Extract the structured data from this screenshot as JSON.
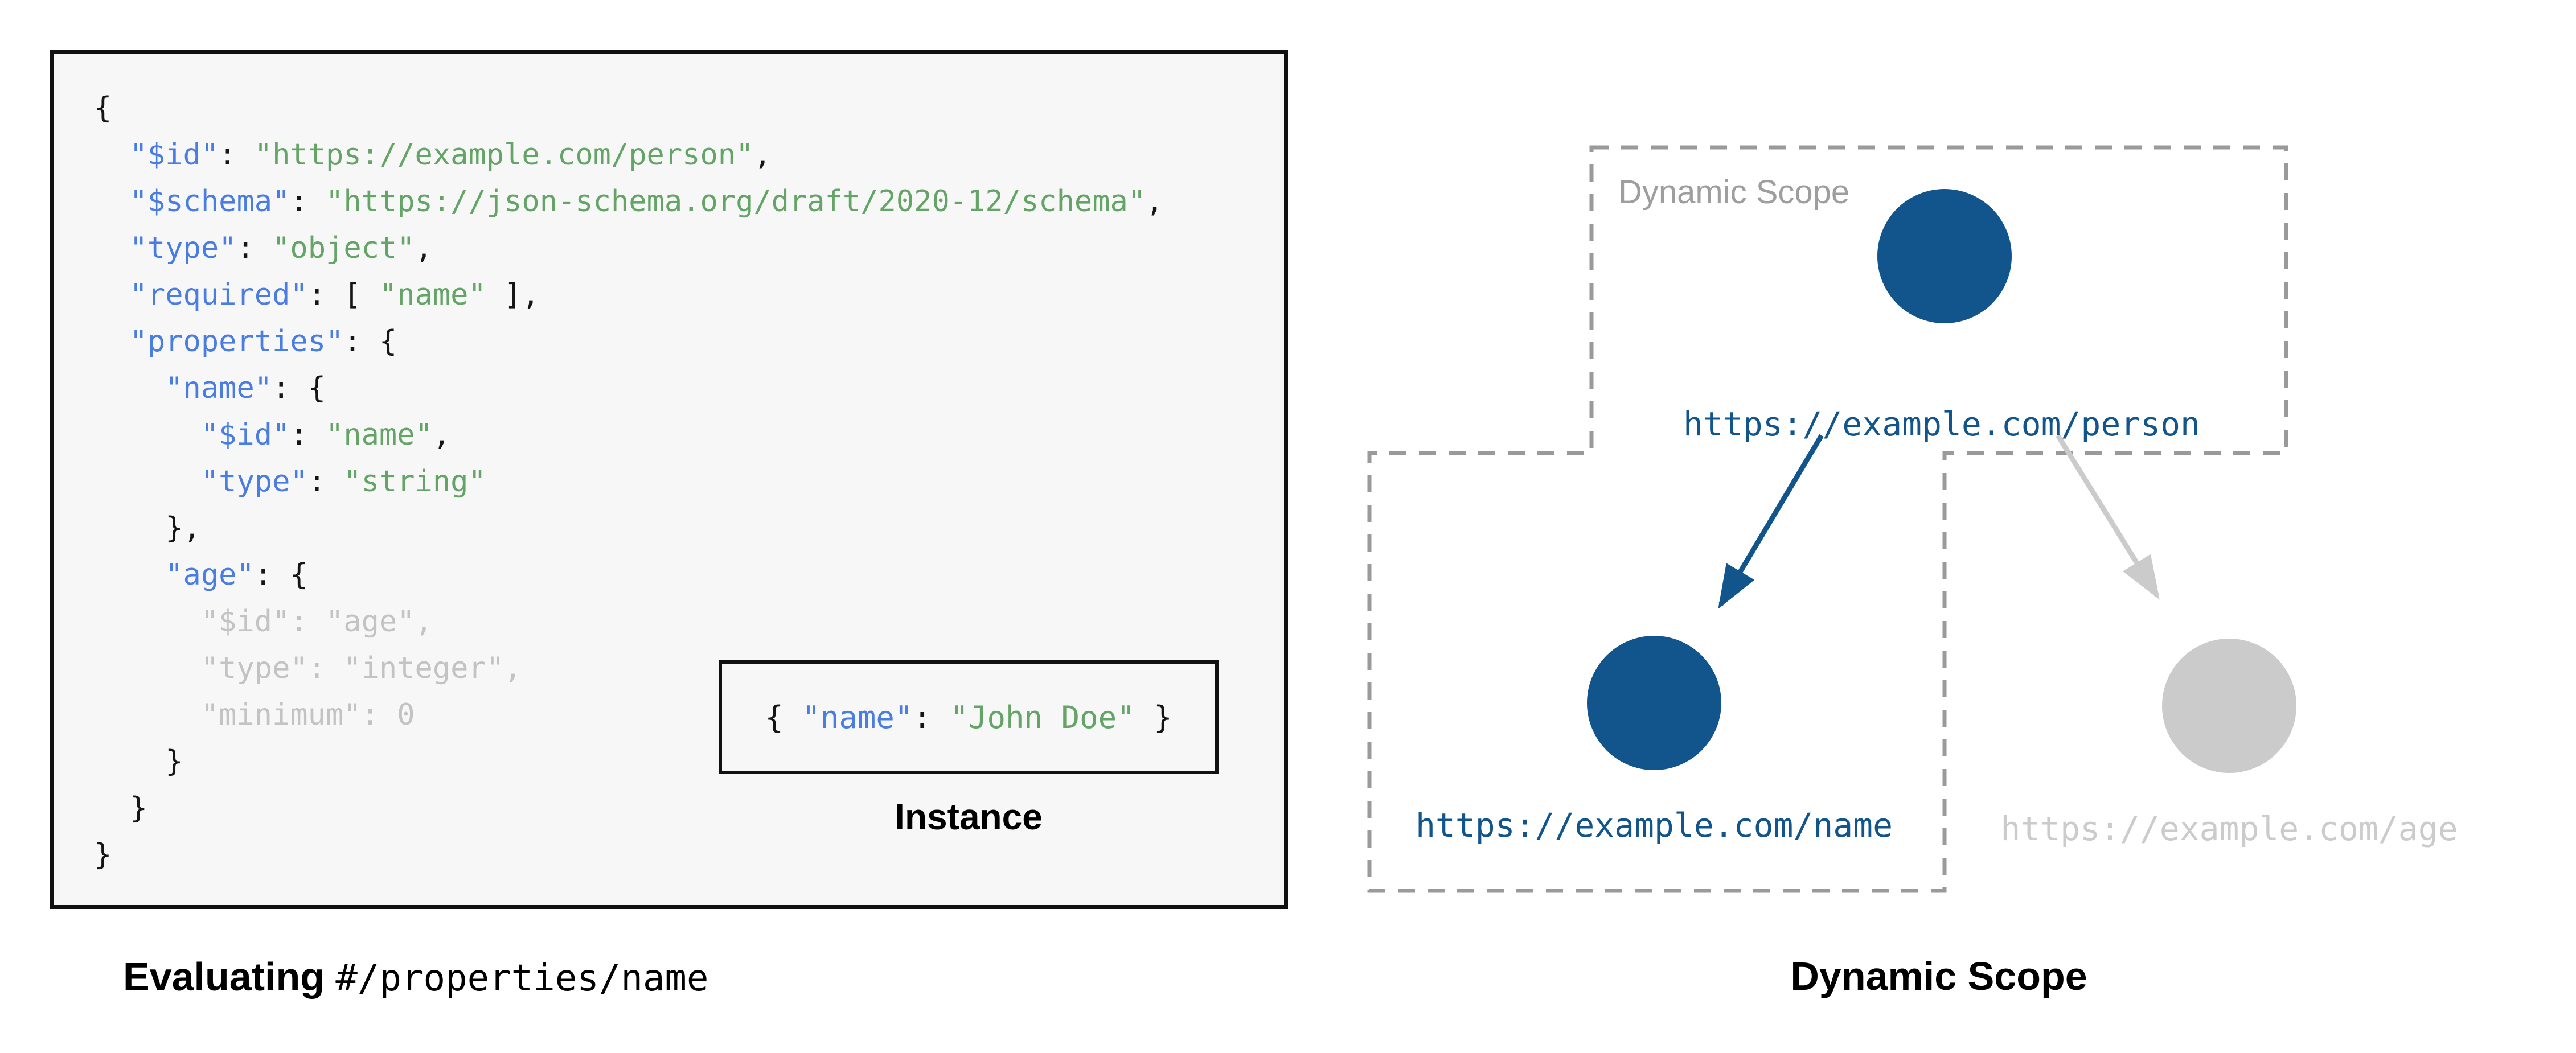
{
  "panel": {
    "code_lines": [
      [
        {
          "c": "p",
          "t": "{"
        }
      ],
      [
        {
          "c": "p",
          "t": "  "
        },
        {
          "c": "k",
          "t": "\"$id\""
        },
        {
          "c": "p",
          "t": ": "
        },
        {
          "c": "s",
          "t": "\"https://example.com/person\""
        },
        {
          "c": "p",
          "t": ","
        }
      ],
      [
        {
          "c": "p",
          "t": "  "
        },
        {
          "c": "k",
          "t": "\"$schema\""
        },
        {
          "c": "p",
          "t": ": "
        },
        {
          "c": "s",
          "t": "\"https://json-schema.org/draft/2020-12/schema\""
        },
        {
          "c": "p",
          "t": ","
        }
      ],
      [
        {
          "c": "p",
          "t": "  "
        },
        {
          "c": "k",
          "t": "\"type\""
        },
        {
          "c": "p",
          "t": ": "
        },
        {
          "c": "s",
          "t": "\"object\""
        },
        {
          "c": "p",
          "t": ","
        }
      ],
      [
        {
          "c": "p",
          "t": "  "
        },
        {
          "c": "k",
          "t": "\"required\""
        },
        {
          "c": "p",
          "t": ": [ "
        },
        {
          "c": "s",
          "t": "\"name\""
        },
        {
          "c": "p",
          "t": " ],"
        }
      ],
      [
        {
          "c": "p",
          "t": "  "
        },
        {
          "c": "k",
          "t": "\"properties\""
        },
        {
          "c": "p",
          "t": ": {"
        }
      ],
      [
        {
          "c": "p",
          "t": "    "
        },
        {
          "c": "k",
          "t": "\"name\""
        },
        {
          "c": "p",
          "t": ": {"
        }
      ],
      [
        {
          "c": "p",
          "t": "      "
        },
        {
          "c": "k",
          "t": "\"$id\""
        },
        {
          "c": "p",
          "t": ": "
        },
        {
          "c": "s",
          "t": "\"name\""
        },
        {
          "c": "p",
          "t": ","
        }
      ],
      [
        {
          "c": "p",
          "t": "      "
        },
        {
          "c": "k",
          "t": "\"type\""
        },
        {
          "c": "p",
          "t": ": "
        },
        {
          "c": "s",
          "t": "\"string\""
        }
      ],
      [
        {
          "c": "p",
          "t": "    },"
        }
      ],
      [
        {
          "c": "p",
          "t": "    "
        },
        {
          "c": "k",
          "t": "\"age\""
        },
        {
          "c": "p",
          "t": ": {"
        }
      ],
      [
        {
          "c": "g",
          "t": "      \"$id\": \"age\","
        }
      ],
      [
        {
          "c": "g",
          "t": "      \"type\": \"integer\","
        }
      ],
      [
        {
          "c": "g",
          "t": "      \"minimum\": 0"
        }
      ],
      [
        {
          "c": "p",
          "t": "    }"
        }
      ],
      [
        {
          "c": "p",
          "t": "  }"
        }
      ],
      [
        {
          "c": "p",
          "t": "}"
        }
      ]
    ],
    "instance_box": {
      "tokens": [
        {
          "c": "p",
          "t": "{ "
        },
        {
          "c": "k",
          "t": "\"name\""
        },
        {
          "c": "p",
          "t": ": "
        },
        {
          "c": "s",
          "t": "\"John Doe\""
        },
        {
          "c": "p",
          "t": " }"
        }
      ],
      "label": "Instance"
    },
    "caption_bold": "Evaluating",
    "caption_mono": "#/properties/name"
  },
  "diagram": {
    "scope_box_label": "Dynamic Scope",
    "caption": "Dynamic Scope",
    "nodes": {
      "person": {
        "label": "https://example.com/person",
        "state": "active"
      },
      "name": {
        "label": "https://example.com/name",
        "state": "active"
      },
      "age": {
        "label": "https://example.com/age",
        "state": "inactive"
      }
    },
    "colors": {
      "active_blue": "#11558C",
      "inactive_gray": "#CBCBCB",
      "dash_gray": "#9A9A9A",
      "scope_label_gray": "#9E9E9E"
    }
  },
  "code_colors": {
    "key_blue": "#4A7DE2",
    "string_green": "#64A466",
    "muted_gray": "#C3C3C3",
    "punct_black": "#151515"
  }
}
